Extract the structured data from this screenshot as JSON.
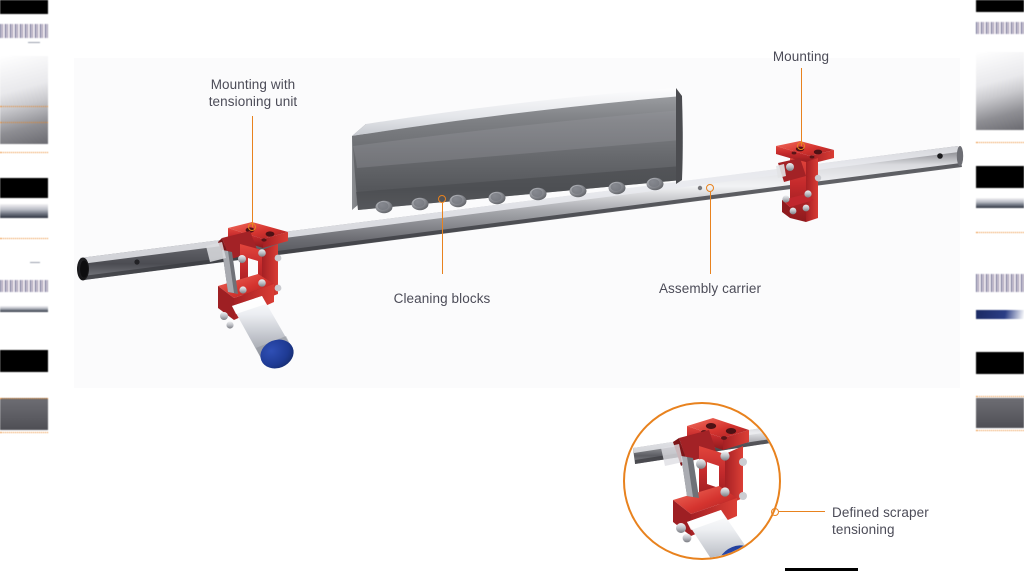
{
  "illustration": {
    "title": "Belt cleaner assembly exploded callout diagram",
    "accent_color": "#e8821e",
    "text_color": "#4c4c58",
    "panel_color": "#fbfbfc",
    "component_colors": {
      "mounting_bracket": "#c1272d",
      "carrier_tube": "#9b9ba0",
      "cleaning_blade": "#6f7175",
      "tensioner_body": "#d8dade",
      "tensioner_cap": "#1f3a93"
    }
  },
  "callouts": [
    {
      "id": "mounting-with-tensioning-unit",
      "label": "Mounting with\ntensioning unit",
      "align": "center"
    },
    {
      "id": "mounting",
      "label": "Mounting",
      "align": "center"
    },
    {
      "id": "cleaning-blocks",
      "label": "Cleaning blocks",
      "align": "center"
    },
    {
      "id": "assembly-carrier",
      "label": "Assembly carrier",
      "align": "center"
    },
    {
      "id": "defined-scraper-tensioning",
      "label": "Defined scraper\ntensioning",
      "align": "left"
    }
  ],
  "detail_view": {
    "id": "tensioning-unit-detail",
    "shape": "circle",
    "description": "Magnified view of the mounting with tensioning unit"
  },
  "cleaning_blocks": {
    "visible_bolt_count": 8
  }
}
